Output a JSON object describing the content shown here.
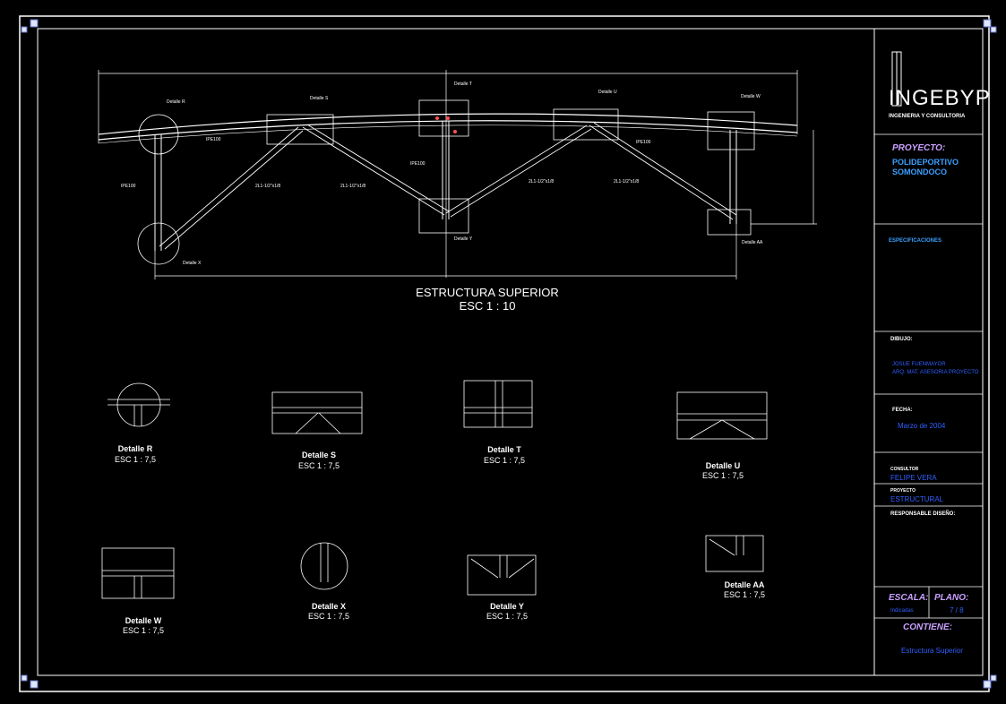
{
  "main": {
    "title": "ESTRUCTURA SUPERIOR",
    "scale": "ESC 1 : 10",
    "callouts": [
      "Detalle R",
      "Detalle S",
      "Detalle T",
      "Detalle U",
      "Detalle W",
      "Detalle X",
      "Detalle Y",
      "Detalle AA"
    ],
    "member_labels": [
      "IPE100",
      "IPE100",
      "IPE100",
      "IPE100",
      "2L1-1/2\"x1/8",
      "2L1-1/2\"x1/8",
      "2L1-1/2\"x1/8",
      "2L1-1/2\"x1/8"
    ]
  },
  "details": [
    {
      "name": "Detalle R",
      "scale": "ESC 1 : 7,5"
    },
    {
      "name": "Detalle S",
      "scale": "ESC 1 : 7,5"
    },
    {
      "name": "Detalle T",
      "scale": "ESC 1 : 7,5"
    },
    {
      "name": "Detalle U",
      "scale": "ESC 1 : 7,5"
    },
    {
      "name": "Detalle W",
      "scale": "ESC 1 : 7,5"
    },
    {
      "name": "Detalle X",
      "scale": "ESC 1 : 7,5"
    },
    {
      "name": "Detalle Y",
      "scale": "ESC 1 : 7,5"
    },
    {
      "name": "Detalle AA",
      "scale": "ESC 1 : 7,5"
    }
  ],
  "titleblock": {
    "logo": "INGEBYP",
    "logo_sub": "INGENIERIA Y CONSULTORIA",
    "proyecto_label": "PROYECTO:",
    "proyecto_value_1": "POLIDEPORTIVO",
    "proyecto_value_2": "SOMONDOCO",
    "especificaciones_label": "ESPECIFICACIONES",
    "dibujo_label": "DIBUJO:",
    "dibujo_1": "JOSUE FUENMAYOR",
    "dibujo_2": "ARQ. MAT. ASESORIA PROYECTO",
    "fecha_label": "FECHA:",
    "fecha_value": "Marzo de 2004",
    "consultor_label": "CONSULTOR",
    "consultor_value": "FELIPE VERA",
    "proyecto2_label": "PROYECTO",
    "proyecto2_value": "ESTRUCTURAL",
    "responsable_label": "RESPONSABLE DISEÑO:",
    "escala_label": "ESCALA:",
    "escala_value": "Indicadas",
    "plano_label": "PLANO:",
    "plano_value": "7 / 8",
    "contiene_label": "CONTIENE:",
    "contiene_value": "Estructura Superior"
  }
}
